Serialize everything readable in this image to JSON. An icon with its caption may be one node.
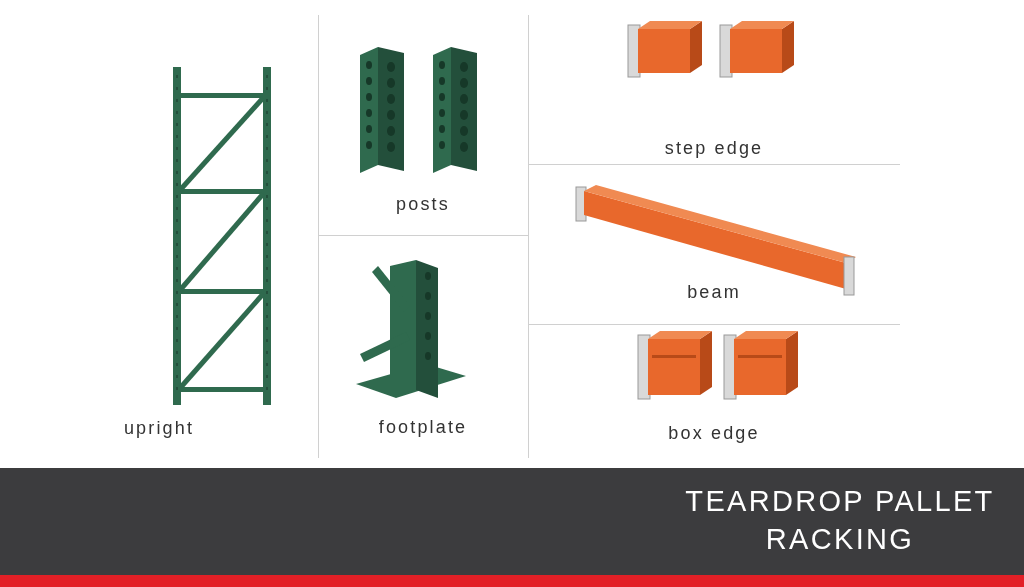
{
  "diagram": {
    "title": "TEARDROP PALLET RACKING",
    "nodes": [
      {
        "text": [
          "upright"
        ]
      },
      {
        "text": [
          "posts"
        ]
      },
      {
        "text": [
          "footplate"
        ]
      },
      {
        "text": [
          "step edge"
        ]
      },
      {
        "text": [
          "beam"
        ]
      },
      {
        "text": [
          "box edge"
        ]
      }
    ]
  }
}
